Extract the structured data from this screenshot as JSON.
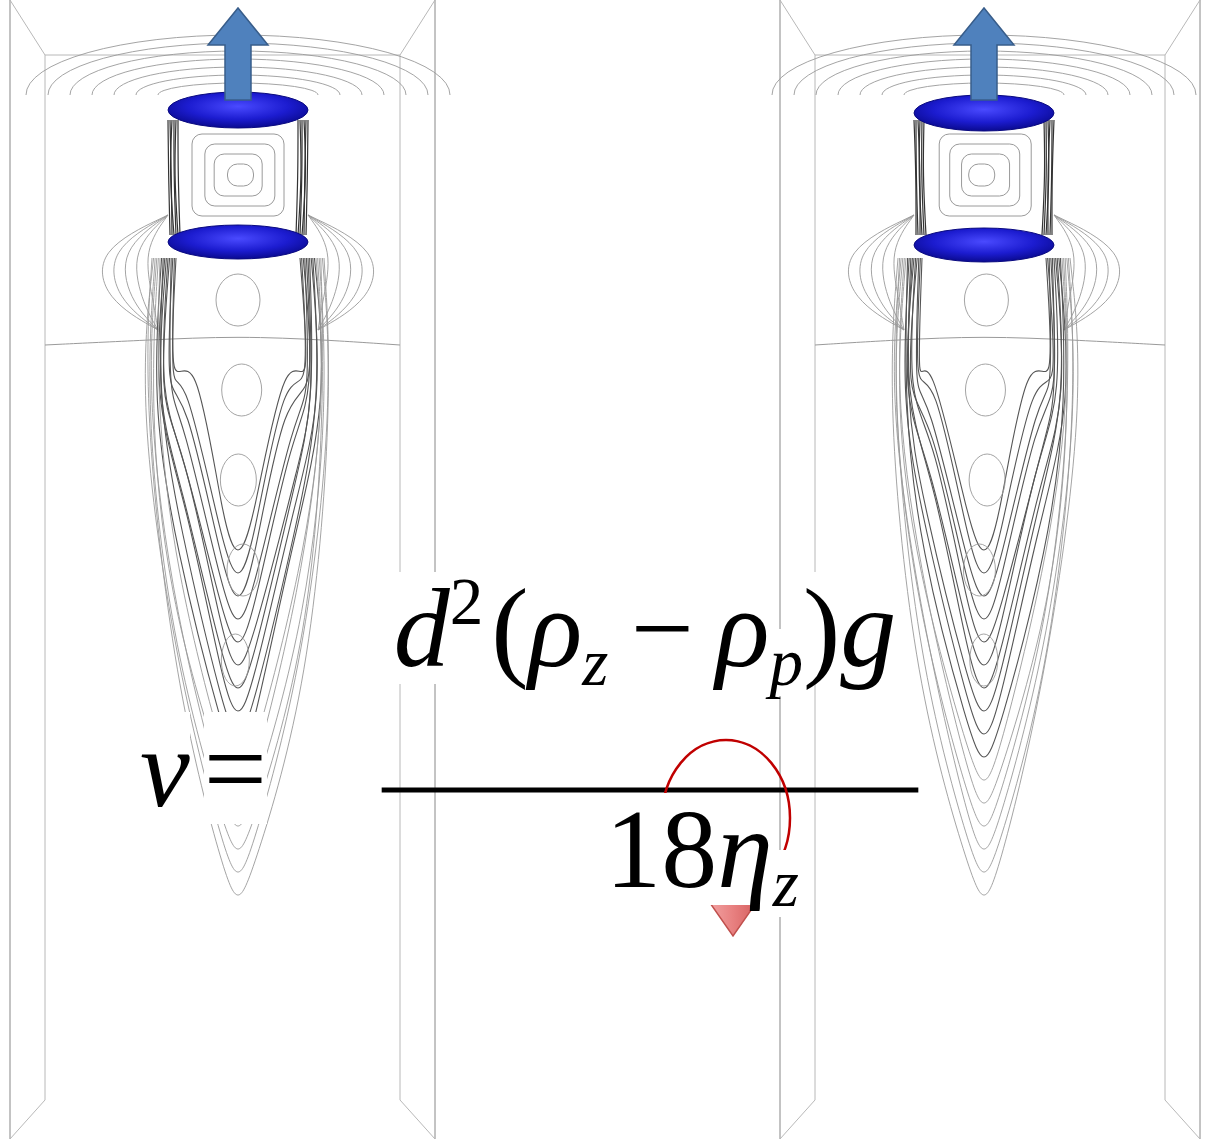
{
  "diagram": {
    "labels": [
      "v",
      "=",
      "d",
      "2",
      "(",
      "ρ",
      "z",
      "−",
      "ρ",
      "p",
      ")",
      "g",
      "18",
      "η",
      "z"
    ]
  }
}
